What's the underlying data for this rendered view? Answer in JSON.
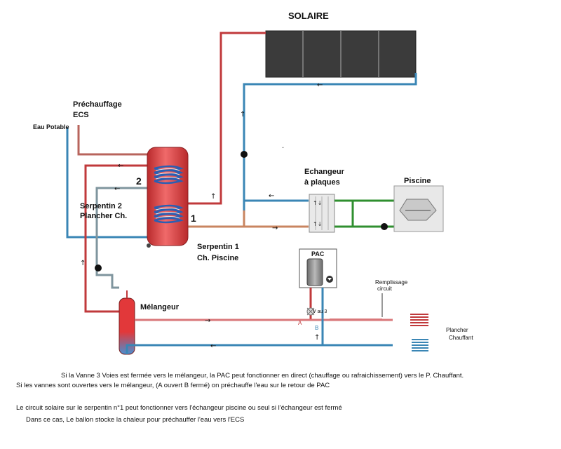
{
  "labels": {
    "solar": "SOLAIRE",
    "preheat_l1": "Préchauffage",
    "preheat_l2": "ECS",
    "potable": "Eau Potable",
    "coil2_number": "2",
    "coil2_l1": "Serpentin 2",
    "coil2_l2": "Plancher Ch.",
    "coil1_number": "1",
    "coil1_l1": "Serpentin 1",
    "coil1_l2": "Ch. Piscine",
    "exchanger_l1": "Echangeur",
    "exchanger_l2": "à plaques",
    "pool": "Piscine",
    "pac": "PAC",
    "mixer": "Mélangeur",
    "fill_l1": "Remplissage",
    "fill_l2": "circuit",
    "floor_l1": "Plancher",
    "floor_l2": "Chauffant",
    "valve_a": "A",
    "valve_b": "B",
    "valve_tag": "V au 3"
  },
  "notes": [
    "Si  la Vanne 3 Voies est fermée vers le mélangeur, la PAC peut fonctionner en direct  (chauffage ou rafraichissement) vers le P. Chauffant.",
    "Si les vannes sont ouvertes vers le mélangeur, (A ouvert B fermé) on préchauffe l'eau sur le retour de PAC",
    "Le circuit solaire sur le serpentin n°1  peut fonctionner vers l'échangeur piscine ou seul si l'échangeur  est  fermé",
    "Dans ce cas,   Le ballon stocke la chaleur pour préchauffer l'eau vers l'ECS"
  ],
  "colors": {
    "hot_pipe": "#c0393b",
    "cold_pipe": "#3a86b5",
    "coil1_pipe": "#c98560",
    "pool_pipe": "#2f8f2f",
    "loop_pipe": "#7f959e",
    "panel": "#3b3b3b",
    "tank": "#e6484a"
  }
}
